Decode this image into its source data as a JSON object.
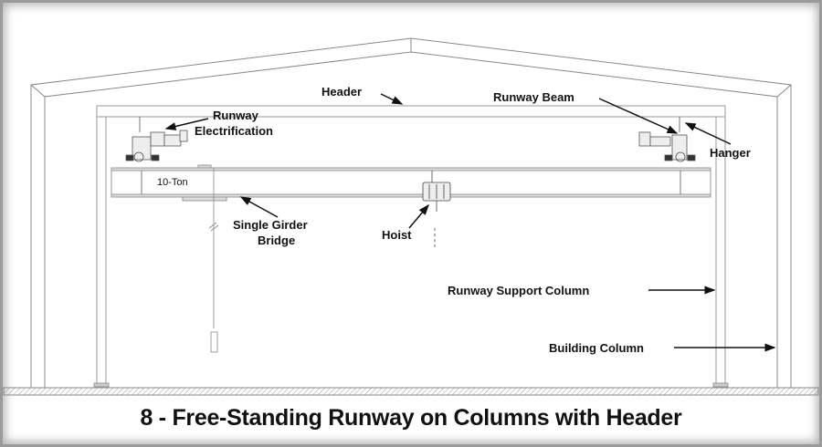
{
  "diagram": {
    "caption": "8 - Free-Standing Runway on Columns with Header",
    "capacity_label": "10-Ton",
    "labels": {
      "header": "Header",
      "runway_beam": "Runway Beam",
      "runway_electrification_line1": "Runway",
      "runway_electrification_line2": "Electrification",
      "hanger": "Hanger",
      "single_girder_line1": "Single Girder",
      "single_girder_line2": "Bridge",
      "hoist": "Hoist",
      "runway_support_column": "Runway Support Column",
      "building_column": "Building Column"
    }
  }
}
